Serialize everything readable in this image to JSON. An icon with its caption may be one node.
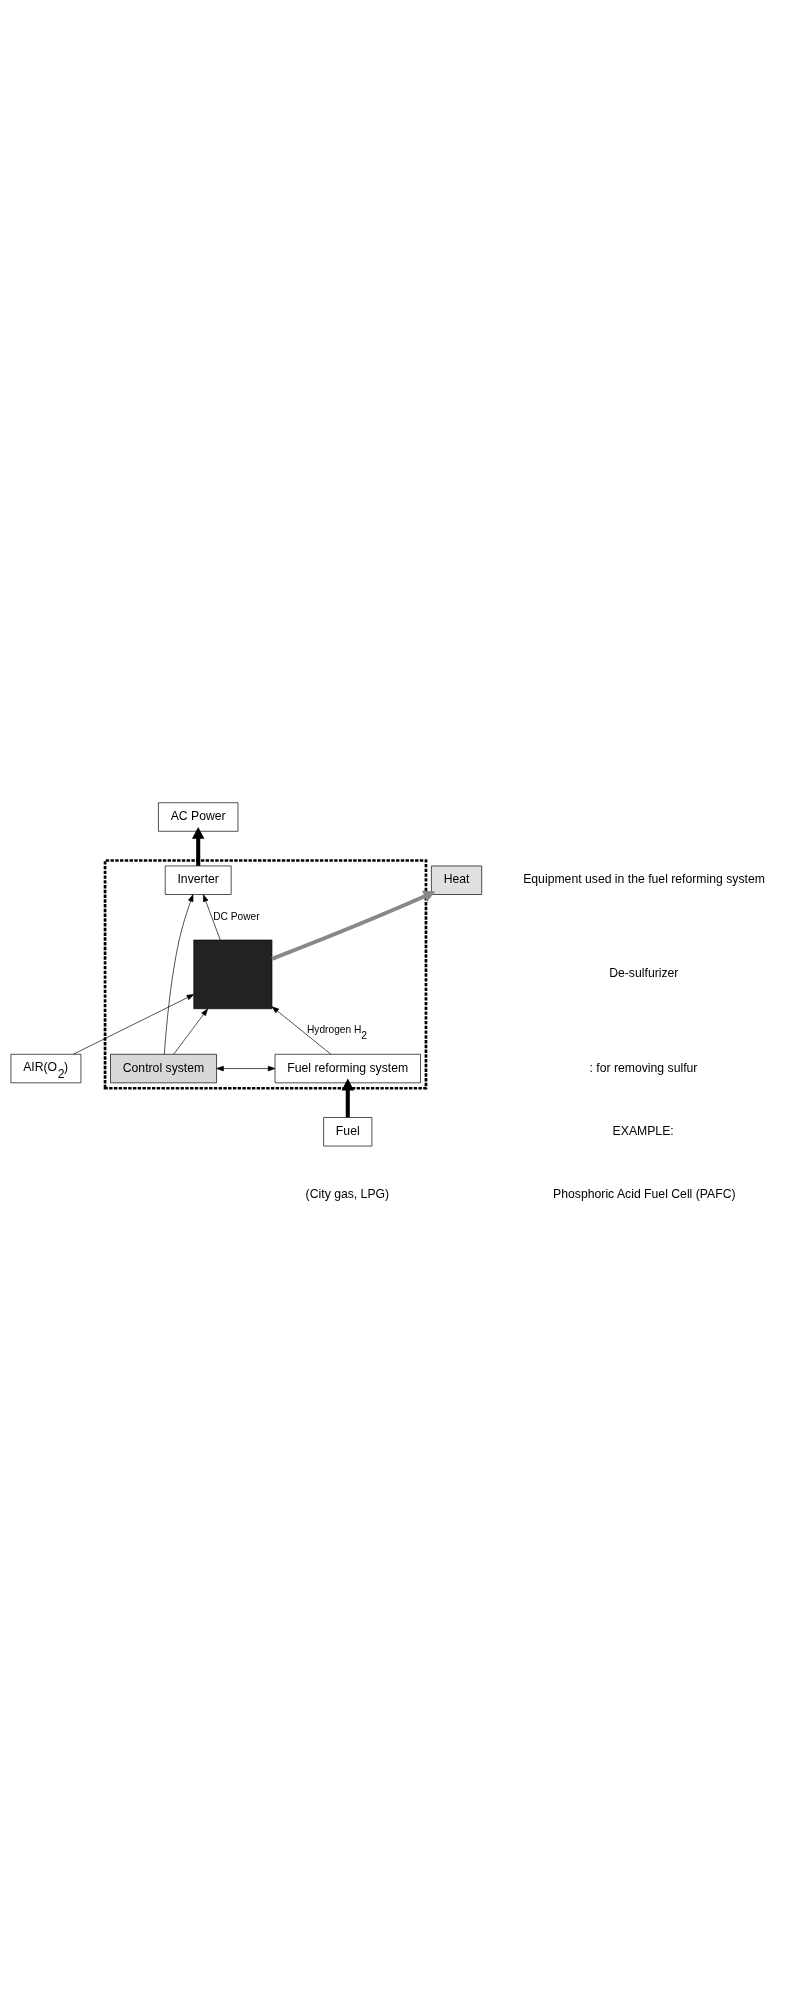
{
  "diagram": {
    "nodes": [
      {
        "text": [],
        "shape": "box"
      },
      {
        "text": [
          "Fuel"
        ],
        "beside": [
          "(City gas, LPG)"
        ]
      },
      {
        "text": [
          "Fuel reforming system"
        ],
        "in": 0
      },
      {
        "text": [
          "Control system"
        ],
        "in": 0
      },
      {
        "text": [],
        "shape": "box",
        "in": 0
      },
      {
        "text": [
          "Inverter"
        ],
        "in": 0
      },
      {
        "text": [
          "AC Power"
        ]
      },
      {
        "text": [
          "AIR(O$_{2}$)"
        ]
      },
      {
        "text": [
          "Heat"
        ]
      }
    ],
    "edges": [
      {
        "from": 1,
        "to": 2,
        "arrow": "to",
        "style": "thick"
      },
      {
        "from": 2,
        "to": 4,
        "arrow": "to",
        "label": "Hydrogen H$_{2}$"
      },
      {
        "from": 3,
        "to": 2,
        "arrow": "both"
      },
      {
        "from": 3,
        "to": 4,
        "arrow": "to"
      },
      {
        "from": 3,
        "to": 5,
        "arrow": "to"
      },
      {
        "from": 4,
        "to": 5,
        "arrow": "to",
        "label": "DC Power"
      },
      {
        "from": 5,
        "to": 6,
        "arrow": "to",
        "style": "thick"
      },
      {
        "from": 7,
        "to": 4,
        "arrow": "to"
      },
      {
        "from": 4,
        "to": 8,
        "arrow": "to",
        "style": "thick",
        "color": "#888888"
      }
    ],
    "labels": [
      "Equipment used in the fuel reforming system",
      "De-sulfurizer",
      ": for removing sulfur",
      "EXAMPLE:",
      "Phosphoric Acid Fuel Cell (PAFC)"
    ]
  }
}
